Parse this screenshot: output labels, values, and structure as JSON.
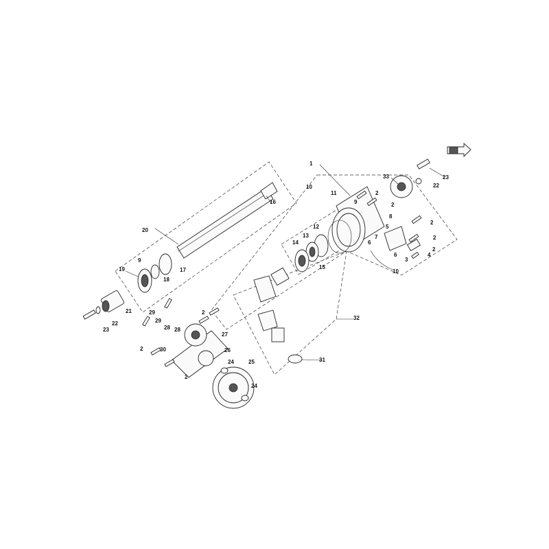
{
  "diagram": {
    "callouts": [
      "1",
      "2",
      "3",
      "4",
      "5",
      "6",
      "7",
      "8",
      "9",
      "10",
      "11",
      "12",
      "13",
      "14",
      "15",
      "16",
      "17",
      "18",
      "19",
      "20",
      "21",
      "22",
      "23",
      "24",
      "25",
      "26",
      "27",
      "28",
      "29",
      "30",
      "31",
      "32",
      "33"
    ],
    "front_icon": "front-direction-arrow-icon"
  }
}
